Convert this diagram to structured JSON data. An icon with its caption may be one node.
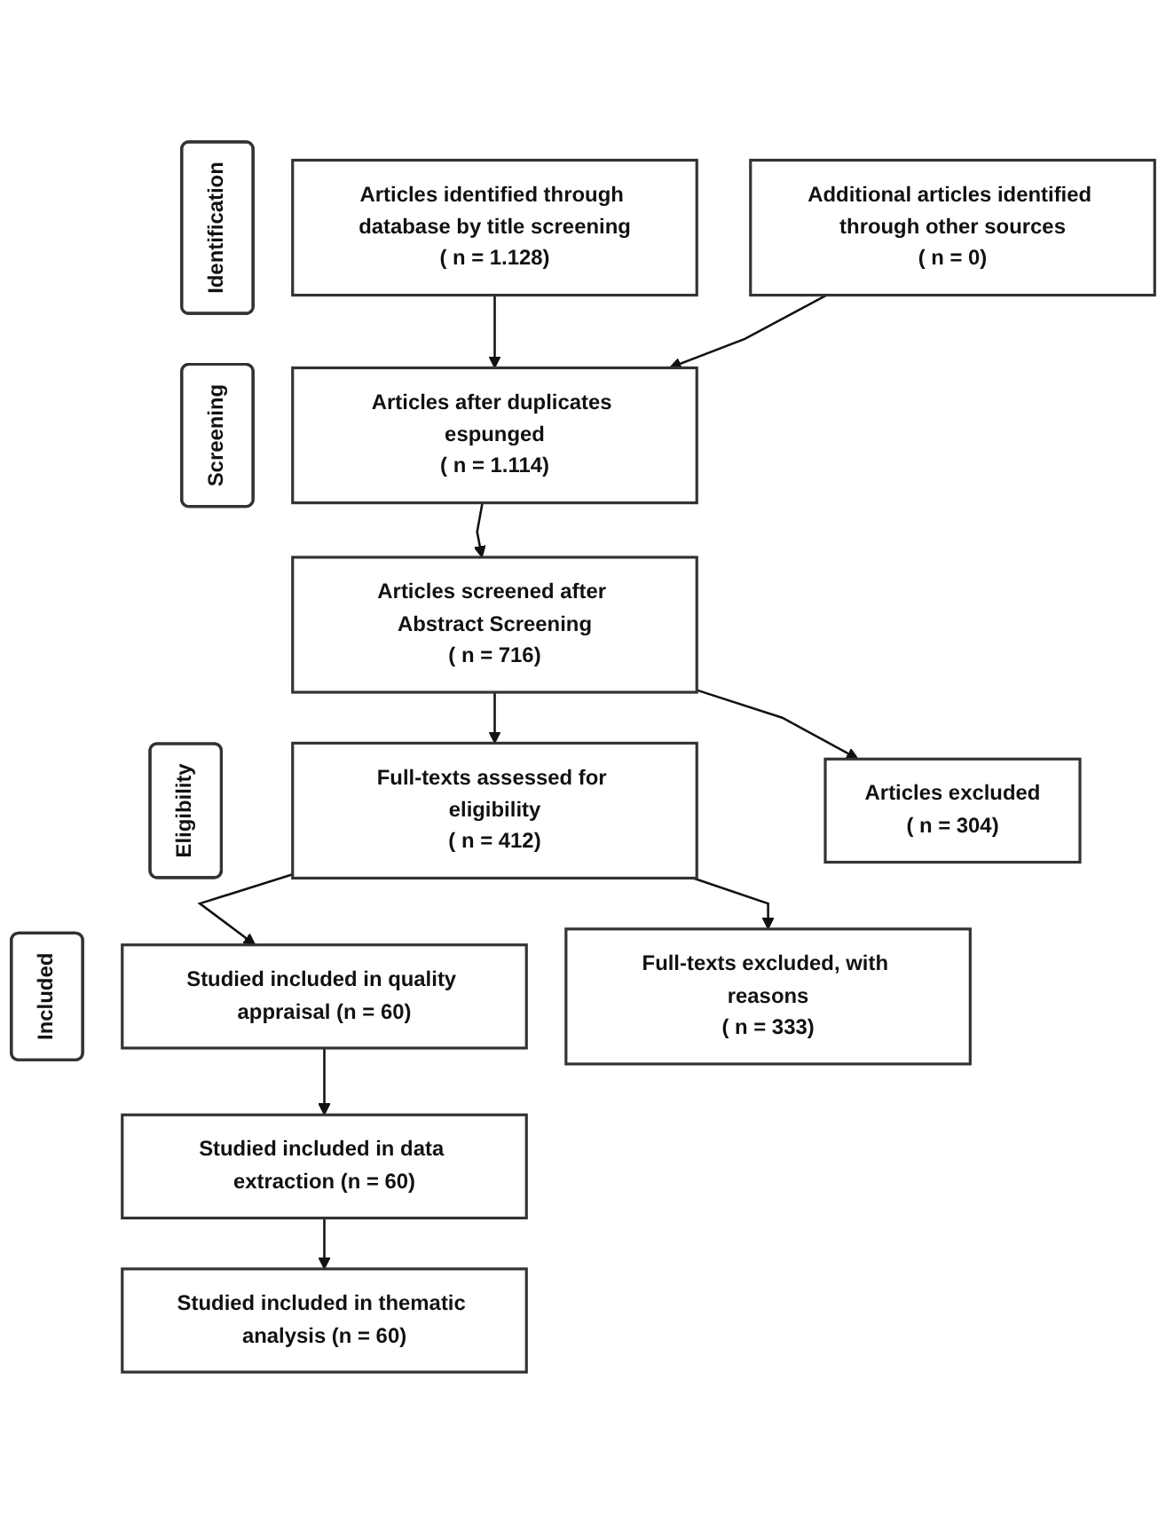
{
  "diagram": {
    "nodes": [
      {
        "text": [
          "Identification"
        ]
      },
      {
        "text": [
          "Articles identified through database by title screening",
          "( n = 1.128)"
        ]
      },
      {
        "text": [
          "Additional articles identified through other sources",
          "( n = 0)"
        ]
      },
      {
        "text": [
          "Articles after duplicates espunged",
          "( n = 1.114)"
        ]
      },
      {
        "text": [
          "Screening"
        ]
      },
      {
        "text": [
          "Articles screened after Abstract Screening",
          "( n = 716)"
        ]
      },
      {
        "text": [
          "Articles excluded",
          "( n = 304)"
        ]
      },
      {
        "text": [
          "Eligibility"
        ]
      },
      {
        "text": [
          "Full-texts assessed for eligibility",
          "( n = 412)"
        ]
      },
      {
        "text": [
          "Full-texts excluded, with reasons",
          "( n = 333)"
        ]
      },
      {
        "text": [
          "Included"
        ]
      },
      {
        "text": [
          "Studied included in quality appraisal (n = 60)"
        ]
      },
      {
        "text": [
          "Studied included in data extraction (n = 60)"
        ]
      },
      {
        "text": [
          "Studied included in thematic analysis (n = 60)"
        ]
      }
    ],
    "edges": [
      {
        "from": 1,
        "to": 3,
        "arrow": "to"
      },
      {
        "from": 2,
        "to": 3,
        "arrow": "to"
      },
      {
        "from": 3,
        "to": 5,
        "arrow": "to"
      },
      {
        "from": 5,
        "to": 6,
        "arrow": "to"
      },
      {
        "from": 5,
        "to": 8,
        "arrow": "to"
      },
      {
        "from": 8,
        "to": 9,
        "arrow": "to"
      },
      {
        "from": 8,
        "to": 11,
        "arrow": "to"
      },
      {
        "from": 11,
        "to": 12,
        "arrow": "to"
      },
      {
        "from": 12,
        "to": 13,
        "arrow": "to"
      }
    ]
  }
}
